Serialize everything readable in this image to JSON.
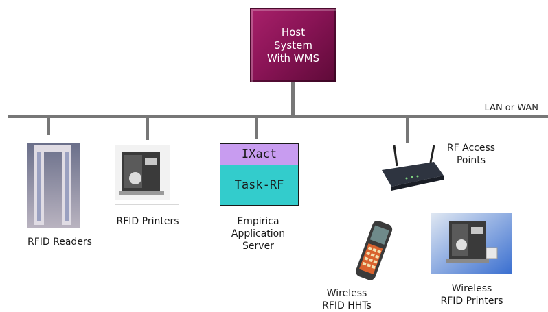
{
  "host": {
    "label": "Host\nSystem\nWith WMS"
  },
  "network": {
    "label": "LAN or WAN"
  },
  "app_server": {
    "module_top": "IXact",
    "module_bottom": "Task-RF",
    "label": "Empirica\nApplication\nServer"
  },
  "devices": {
    "rfid_readers": "RFID Readers",
    "rfid_printers": "RFID Printers",
    "rf_access_points": "RF Access\nPoints",
    "wireless_hhts": "Wireless\nRFID HHTs",
    "wireless_printers": "Wireless\nRFID Printers"
  },
  "colors": {
    "host": "#8a1456",
    "ixact": "#c89cf0",
    "task_rf": "#33cccc",
    "bus": "#777777"
  }
}
